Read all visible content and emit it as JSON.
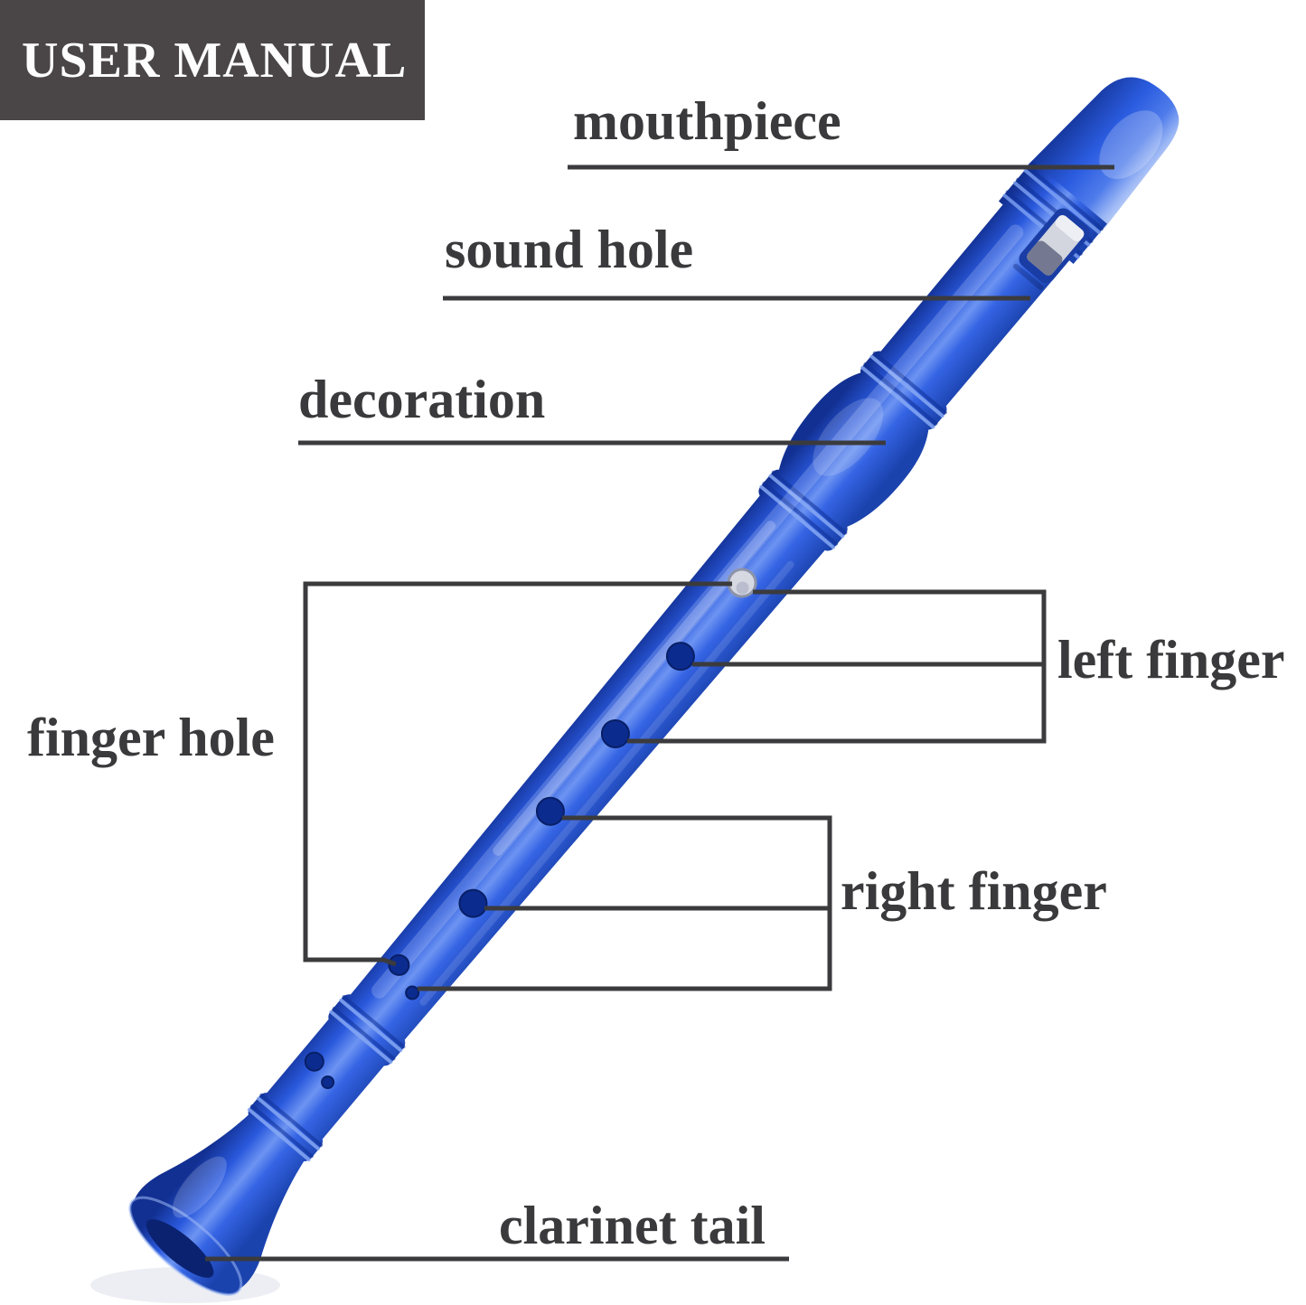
{
  "banner": {
    "title": "USER MANUAL"
  },
  "annotations": [
    {
      "id": "mouthpiece",
      "label": "mouthpiece"
    },
    {
      "id": "sound-hole",
      "label": "sound hole"
    },
    {
      "id": "decoration",
      "label": "decoration"
    },
    {
      "id": "finger-hole",
      "label": "finger hole"
    },
    {
      "id": "left-finger",
      "label": "left finger"
    },
    {
      "id": "right-finger",
      "label": "right finger"
    },
    {
      "id": "clarinet-tail",
      "label": "clarinet tail"
    }
  ],
  "figure": {
    "subject": "blue 8-hole soprano recorder shown diagonally with labeled parts",
    "visible_finger_holes": 9,
    "colors": {
      "body_blue": "#2b5ce0",
      "body_dark_blue": "#123092",
      "body_highlight_blue": "#6d94f2",
      "hole_navy": "#0c2b8e",
      "leader_line": "#3b3b3d",
      "label_text": "#3a3a3c",
      "banner_background": "#4a4647",
      "banner_text": "#fdfdfd",
      "page_background": "#ffffff"
    }
  }
}
